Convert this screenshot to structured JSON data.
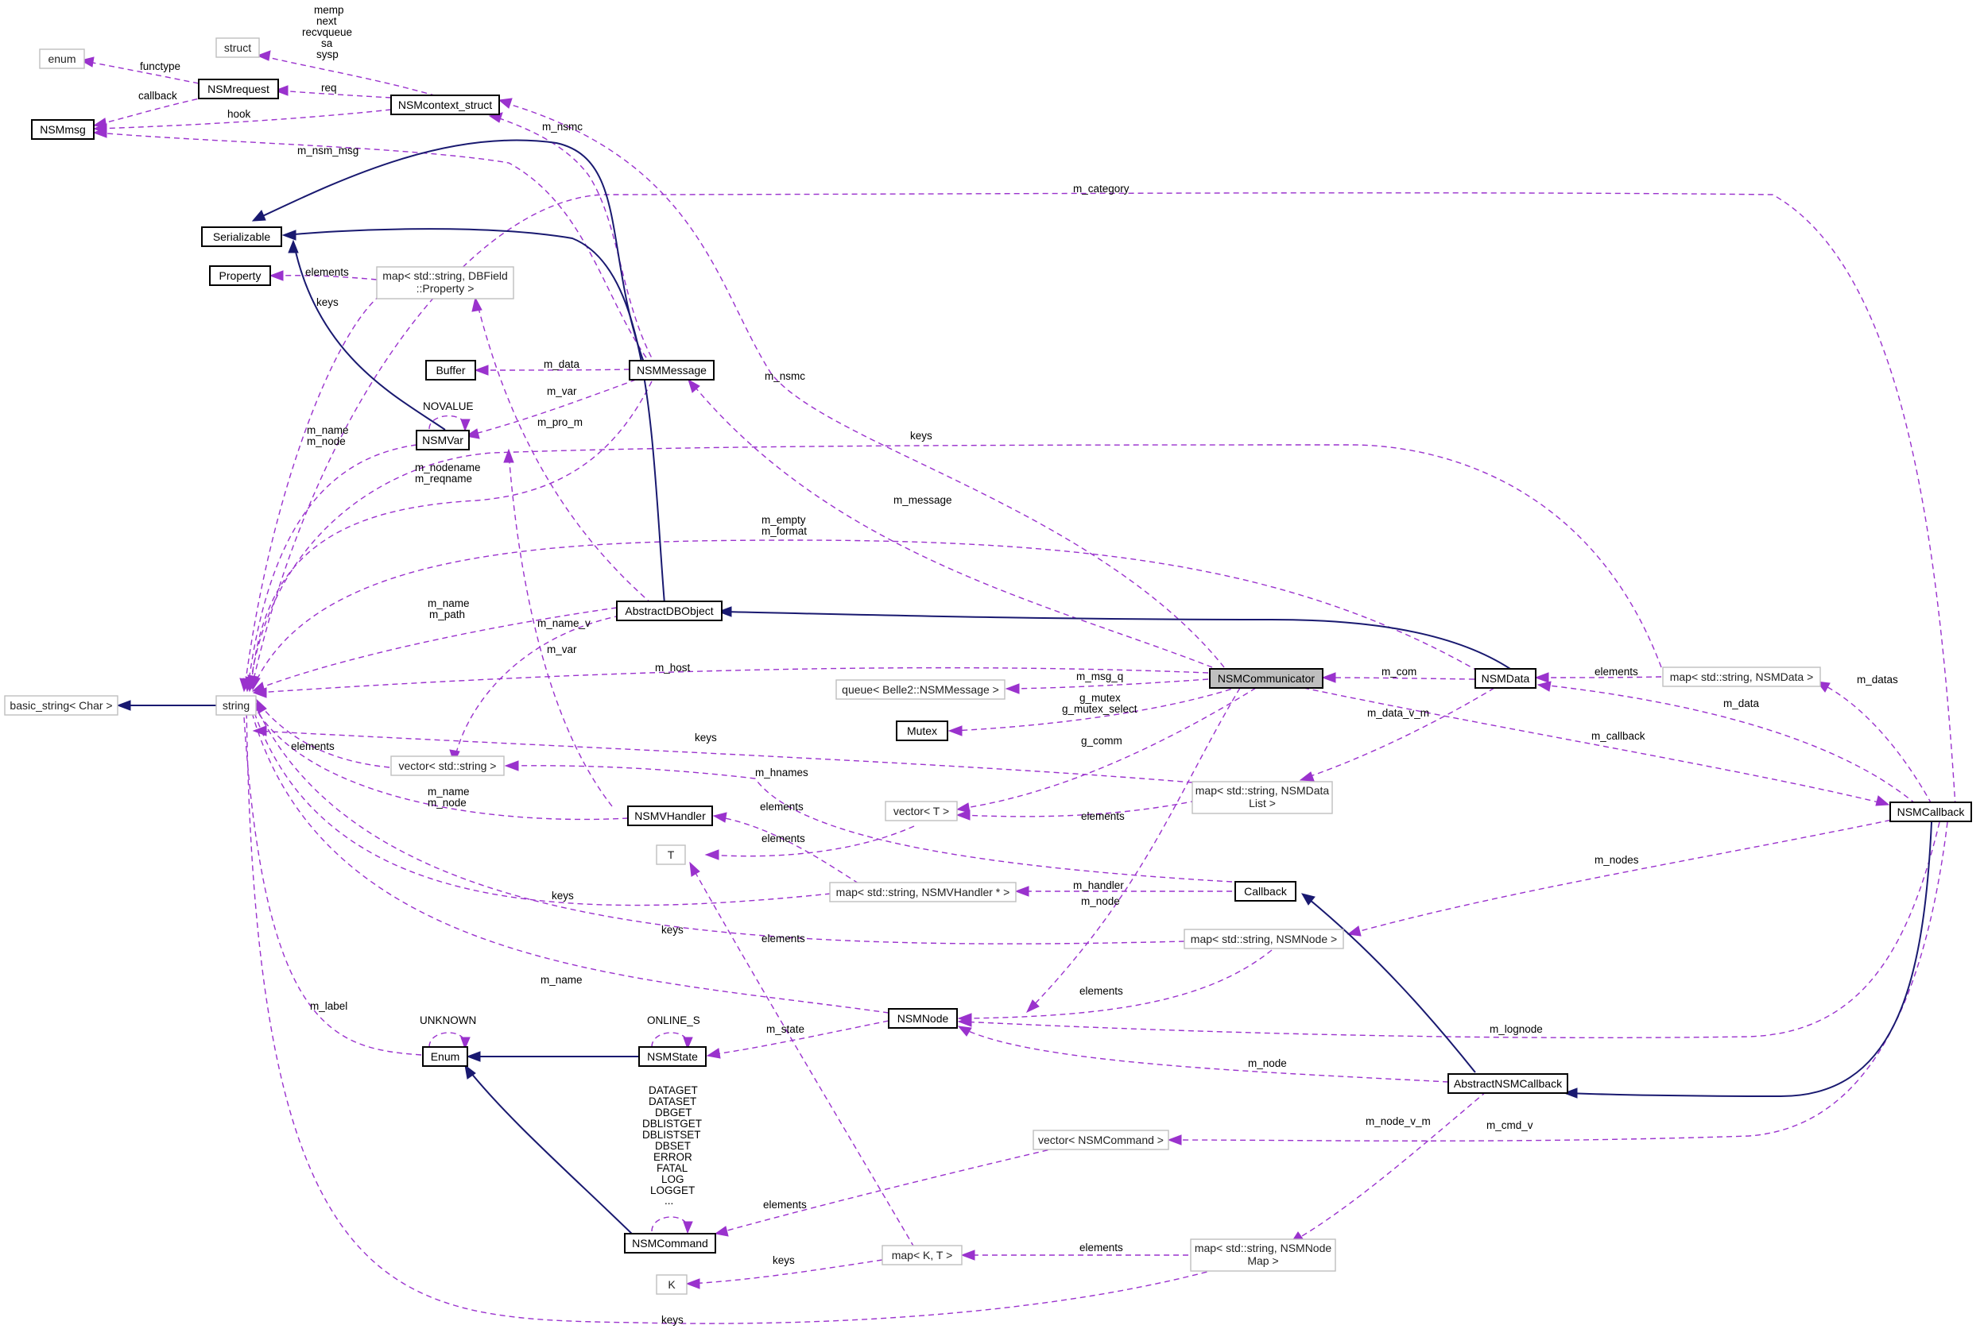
{
  "colors": {
    "inheritance_edge": "#191970",
    "usage_edge": "#9a32cd",
    "documented_border": "#000000",
    "external_border": "#bfbfbf",
    "focus_fill": "#bfbfbf"
  },
  "nodes": {
    "enum": "enum",
    "struct": "struct",
    "nsmrequest": "NSMrequest",
    "nsmmsg": "NSMmsg",
    "nsmcontext_struct": "NSMcontext_struct",
    "serializable": "Serializable",
    "property": "Property",
    "map_dbfield_1": "map< std::string, DBField",
    "map_dbfield_2": "::Property >",
    "buffer": "Buffer",
    "nsmmessage": "NSMMessage",
    "nsmvar": "NSMVar",
    "abstractdbobject": "AbstractDBObject",
    "basic_string": "basic_string< Char >",
    "string": "string",
    "queue_nsmmessage": "queue< Belle2::NSMMessage >",
    "nsmcommunicator": "NSMCommunicator",
    "nsmdata": "NSMData",
    "map_nsmdata": "map< std::string, NSMData >",
    "mutex": "Mutex",
    "vector_string": "vector< std::string >",
    "map_datalist_1": "map< std::string, NSMData",
    "map_datalist_2": "List >",
    "nsmcallback": "NSMCallback",
    "nsmvhandler": "NSMVHandler",
    "vector_t": "vector< T >",
    "t": "T",
    "map_vhandler": "map< std::string, NSMVHandler * >",
    "callback": "Callback",
    "map_nsmnode": "map< std::string, NSMNode >",
    "nsmnode": "NSMNode",
    "enum_class": "Enum",
    "nsmstate": "NSMState",
    "abstractnsmcallback": "AbstractNSMCallback",
    "vector_nsmcommand": "vector< NSMCommand >",
    "nsmcommand": "NSMCommand",
    "map_kt": "map< K, T >",
    "map_nodemap_1": "map< std::string, NSMNode",
    "map_nodemap_2": "Map >",
    "k": "K"
  },
  "edge_labels": {
    "memp": "memp",
    "next": "next",
    "recvqueue": "recvqueue",
    "sa": "sa",
    "sysp": "sysp",
    "functype": "functype",
    "req": "req",
    "callback": "callback",
    "hook": "hook",
    "m_nsmc_a": "m_nsmc",
    "m_nsm_msg": "m_nsm_msg",
    "m_category": "m_category",
    "elements_prop": "elements",
    "keys_dbfield": "keys",
    "m_data": "m_data",
    "m_nsmc_b": "m_nsmc",
    "m_var_msg": "m_var",
    "novalue": "NOVALUE",
    "m_pro_m": "m_pro_m",
    "keys_nsmdata": "keys",
    "m_name_var": "m_name",
    "m_node_var": "m_node",
    "m_nodename": "m_nodename",
    "m_reqname": "m_reqname",
    "m_message": "m_message",
    "m_empty": "m_empty",
    "m_format": "m_format",
    "m_name_db": "m_name",
    "m_path": "m_path",
    "m_name_v": "m_name_v",
    "m_var_h": "m_var",
    "m_host": "m_host",
    "m_msg_q": "m_msg_q",
    "m_com": "m_com",
    "elements_datamap": "elements",
    "m_datas": "m_datas",
    "g_mutex": "g_mutex",
    "g_mutex_select": "g_mutex_select",
    "m_data_v_m": "m_data_v_m",
    "m_data_cb": "m_data",
    "elements_vec": "elements",
    "keys_datalist": "keys",
    "m_hnames": "m_hnames",
    "m_callback": "m_callback",
    "g_comm": "g_comm",
    "m_name_h": "m_name",
    "m_node_h": "m_node",
    "elements_handler": "elements",
    "elements_vt": "elements",
    "elements_t": "elements",
    "m_nodes": "m_nodes",
    "keys_vhandler": "keys",
    "m_handler": "m_handler",
    "m_node_com": "m_node",
    "keys_nodemap": "keys",
    "elements_node": "elements",
    "elements_nodemap": "elements",
    "m_name_node": "m_name",
    "m_label": "m_label",
    "unknown": "UNKNOWN",
    "online_s": "ONLINE_S",
    "m_state": "m_state",
    "m_lognode": "m_lognode",
    "m_node_abs": "m_node",
    "cmd_1": "DATAGET",
    "cmd_2": "DATASET",
    "cmd_3": "DBGET",
    "cmd_4": "DBLISTGET",
    "cmd_5": "DBLISTSET",
    "cmd_6": "DBSET",
    "cmd_7": "ERROR",
    "cmd_8": "FATAL",
    "cmd_9": "LOG",
    "cmd_10": "LOGGET",
    "cmd_11": "...",
    "m_node_v_m": "m_node_v_m",
    "m_cmd_v": "m_cmd_v",
    "elements_cmd": "elements",
    "elements_kt": "elements",
    "keys_k": "keys",
    "keys_bottom": "keys"
  }
}
